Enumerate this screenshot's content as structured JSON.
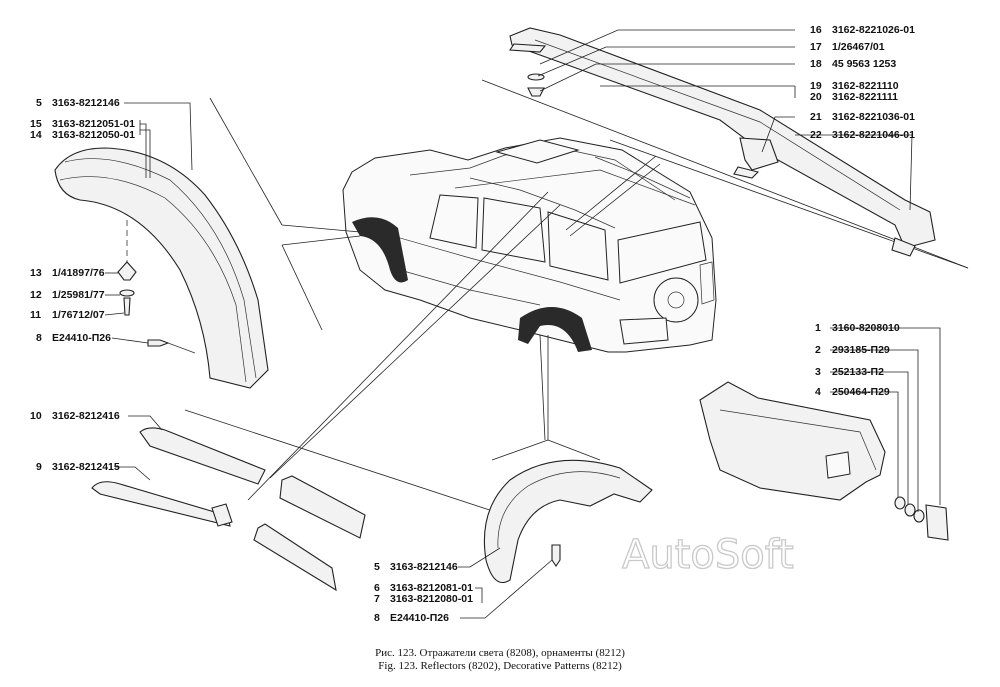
{
  "watermark": "AutoSoft",
  "caption": {
    "ru": "Рис. 123. Отражатели света (8208), орнаменты (8212)",
    "en": "Fig. 123. Reflectors (8202), Decorative Patterns (8212)"
  },
  "callouts": {
    "c5a": {
      "num": "5",
      "code": "3163-8212146"
    },
    "c15": {
      "num": "15",
      "code": "3163-8212051-01"
    },
    "c14": {
      "num": "14",
      "code": "3163-8212050-01"
    },
    "c13": {
      "num": "13",
      "code": "1/41897/76"
    },
    "c12": {
      "num": "12",
      "code": "1/25981/77"
    },
    "c11": {
      "num": "11",
      "code": "1/76712/07"
    },
    "c8a": {
      "num": "8",
      "code": "E24410-П26"
    },
    "c10": {
      "num": "10",
      "code": "3162-8212416"
    },
    "c9": {
      "num": "9",
      "code": "3162-8212415"
    },
    "c16": {
      "num": "16",
      "code": "3162-8221026-01"
    },
    "c17": {
      "num": "17",
      "code": "1/26467/01"
    },
    "c18": {
      "num": "18",
      "code": "45  9563  1253"
    },
    "c19": {
      "num": "19",
      "code": "3162-8221110"
    },
    "c20": {
      "num": "20",
      "code": "3162-8221111"
    },
    "c21": {
      "num": "21",
      "code": "3162-8221036-01"
    },
    "c22": {
      "num": "22",
      "code": "3162-8221046-01"
    },
    "c1": {
      "num": "1",
      "code": "3160-8208010"
    },
    "c2": {
      "num": "2",
      "code": "293185-П29"
    },
    "c3": {
      "num": "3",
      "code": "252133-П2"
    },
    "c4": {
      "num": "4",
      "code": "250464-П29"
    },
    "c5b": {
      "num": "5",
      "code": "3163-8212146"
    },
    "c6": {
      "num": "6",
      "code": "3163-8212081-01"
    },
    "c7": {
      "num": "7",
      "code": "3163-8212080-01"
    },
    "c8b": {
      "num": "8",
      "code": "E24410-П26"
    }
  }
}
